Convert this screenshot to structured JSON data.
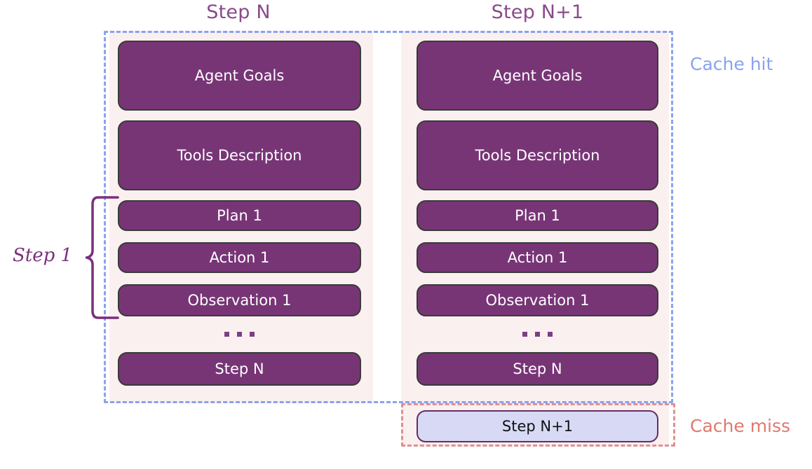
{
  "diagram": {
    "title_left": "Step N",
    "title_right": "Step N+1",
    "colors": {
      "block_fill": "#773576",
      "block_border": "#3a3a3a",
      "block_text": "#ffffff",
      "column_background": "#fbf0f0",
      "cache_hit_border": "#8aa2ef",
      "cache_hit_text": "#8aa2ef",
      "cache_miss_border": "#df9090",
      "cache_miss_text": "#e0796e",
      "header_text": "#8a4a8a",
      "step_next_fill": "#d8daf5",
      "step_next_border": "#662c63",
      "step_next_text": "#111111",
      "brace": "#7b2f7b",
      "ellipsis_dot": "#7b3f82"
    }
  },
  "columns": {
    "left": {
      "header": "Step N",
      "blocks": [
        {
          "label": "Agent Goals"
        },
        {
          "label": "Tools Description"
        },
        {
          "label": "Plan 1"
        },
        {
          "label": "Action 1"
        },
        {
          "label": "Observation 1"
        },
        {
          "label": "Step N"
        }
      ],
      "ellipsis": "..."
    },
    "right": {
      "header": "Step N+1",
      "blocks": [
        {
          "label": "Agent Goals"
        },
        {
          "label": "Tools Description"
        },
        {
          "label": "Plan 1"
        },
        {
          "label": "Action 1"
        },
        {
          "label": "Observation 1"
        },
        {
          "label": "Step N"
        }
      ],
      "ellipsis": "...",
      "appended_block": "Step N+1"
    }
  },
  "annotations": {
    "cache_hit": "Cache hit",
    "cache_miss": "Cache miss",
    "step_group": "Step 1"
  }
}
